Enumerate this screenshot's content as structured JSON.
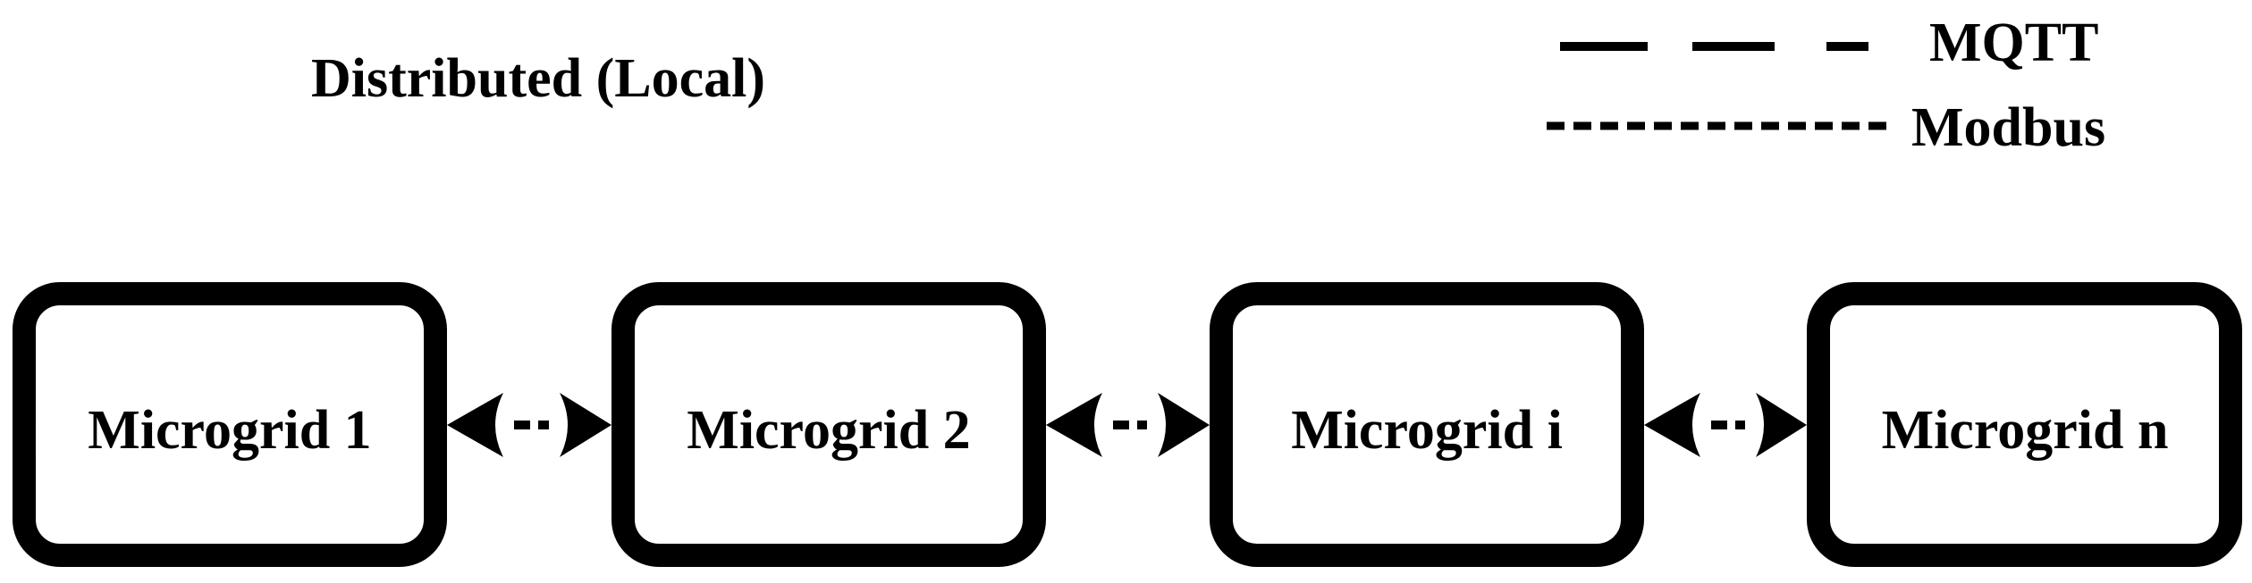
{
  "diagram": {
    "title": "Distributed (Local)",
    "legend": {
      "mqtt_label": "MQTT",
      "modbus_label": "Modbus"
    },
    "nodes": [
      {
        "label": "Microgrid 1"
      },
      {
        "label": "Microgrid 2"
      },
      {
        "label": "Microgrid i"
      },
      {
        "label": "Microgrid n"
      }
    ],
    "links": [
      {
        "from": "Microgrid 1",
        "to": "Microgrid 2",
        "protocol": "Modbus",
        "direction": "bidirectional"
      },
      {
        "from": "Microgrid 2",
        "to": "Microgrid i",
        "protocol": "Modbus",
        "direction": "bidirectional"
      },
      {
        "from": "Microgrid i",
        "to": "Microgrid n",
        "protocol": "Modbus",
        "direction": "bidirectional"
      }
    ],
    "colors": {
      "stroke": "#000000",
      "background": "#ffffff"
    }
  }
}
